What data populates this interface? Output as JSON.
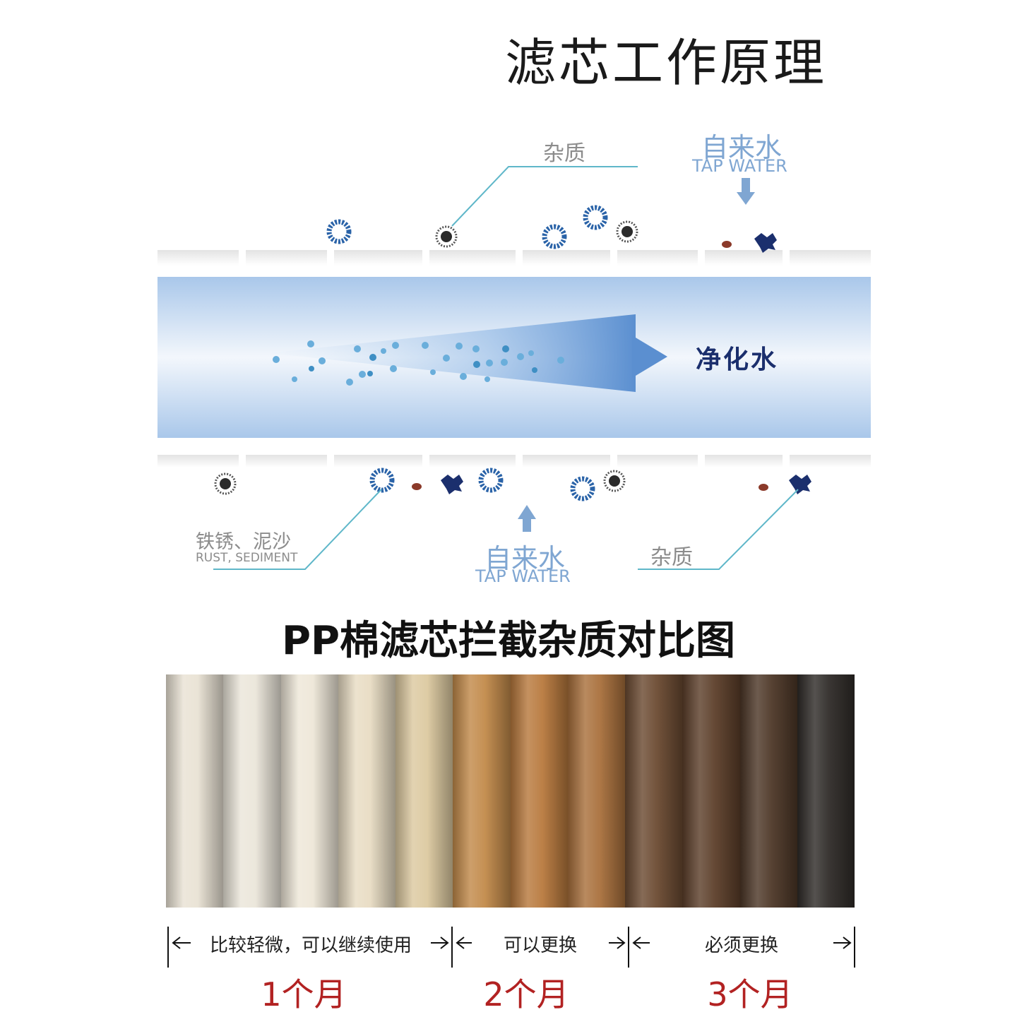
{
  "title": "滤芯工作原理",
  "diagram": {
    "impurity_top": "杂质",
    "tap_water_top": {
      "cn": "自来水",
      "en": "TAP WATER"
    },
    "purified_water": "净化水",
    "rust_sediment": {
      "cn": "铁锈、泥沙",
      "en": "RUST, SEDIMENT"
    },
    "tap_water_bottom": {
      "cn": "自来水",
      "en": "TAP WATER"
    },
    "impurity_bottom": "杂质"
  },
  "comparison": {
    "title": "PP棉滤芯拦截杂质对比图",
    "stages": [
      {
        "text": "比较轻微，可以继续使用",
        "month": "1个月"
      },
      {
        "text": "可以更换",
        "month": "2个月"
      },
      {
        "text": "必须更换",
        "month": "3个月"
      }
    ]
  },
  "colors": {
    "pipe_light": "#eef4fb",
    "pipe_mid": "#a9c7ea",
    "arrow": "#5b8fd0",
    "label_blue": "#7fa6d2",
    "leader_line": "#5fb7c9",
    "month_red": "#b22222",
    "ring_blue": "#2a63a8",
    "dark_particle": "#2b2b2b",
    "rust_particle": "#8b3a2a"
  },
  "filter_stains": [
    "#e9e2d4",
    "#ebe6da",
    "#eee7d8",
    "#e8dcc3",
    "#dcc9a0",
    "#c28a4a",
    "#b8793d",
    "#a9703c",
    "#6b4a31",
    "#5d3f2a",
    "#4d3727",
    "#2f2b28"
  ]
}
